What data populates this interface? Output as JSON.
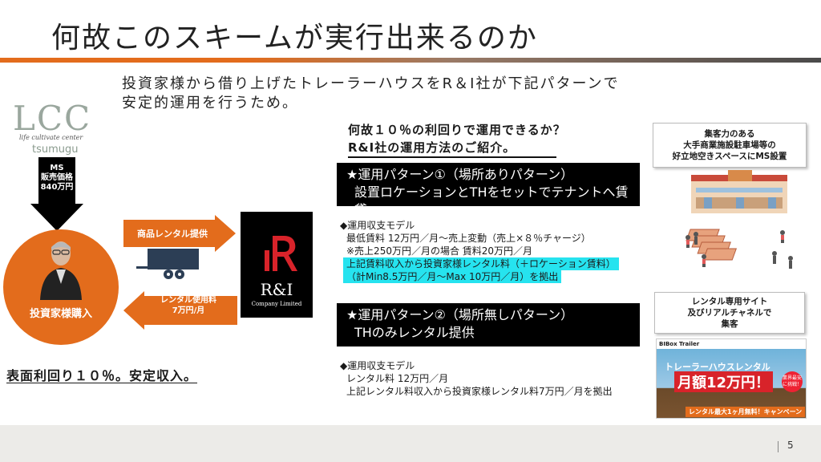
{
  "title": "何故このスキームが実行出来るのか",
  "intro": {
    "line1": "投資家様から借り上げたトレーラーハウスをR＆I社が下記パターンで",
    "line2": "安定的運用を行うため。"
  },
  "lcc_logo": {
    "mark": "LCC",
    "tagline": "life cultivate center",
    "sub": "tsumugu"
  },
  "ms_price": {
    "line1": "MS",
    "line2": "販売価格",
    "line3": "840万円"
  },
  "investor": {
    "label": "投資家様購入"
  },
  "flow": {
    "product_rental": "商品レンタル提供",
    "rental_fee_line1": "レンタル使用料",
    "rental_fee_line2": "7万円/月"
  },
  "ri_logo": {
    "mark": "R&I",
    "company": "Company Limited"
  },
  "summary": "表面利回り１０％。安定収入。",
  "why": {
    "line1": "何故１０％の利回りで運用できるか？",
    "line2": "R&I社の運用方法のご紹介。"
  },
  "pattern1": {
    "title": "★運用パターン①（場所ありパターン）",
    "subtitle": "設置ロケーションとTHをセットでテナントへ賃貸",
    "model_heading": "◆運用収支モデル",
    "line1": "最低賃料 12万円／月～売上変動（売上×８％チャージ）",
    "line2": "※売上250万円／月の場合 賃料20万円／月",
    "line3": "上記賃料収入から投資家様レンタル料（＋ロケーション賃料）",
    "line4": "（計Min8.5万円／月～Max 10万円／月）を拠出"
  },
  "pattern2": {
    "title": "★運用パターン②（場所無しパターン）",
    "subtitle": "THのみレンタル提供",
    "model_heading": "◆運用収支モデル",
    "line1": "レンタル料 12万円／月",
    "line2": "上記レンタル料収入から投資家様レンタル料7万円／月を拠出"
  },
  "info_box1": {
    "line1": "集客力のある",
    "line2": "大手商業施設駐車場等の",
    "line3": "好立地空きスペースにMS設置"
  },
  "info_box2": {
    "line1": "レンタル専用サイト",
    "line2": "及びリアルチャネルで",
    "line3": "集客"
  },
  "ad": {
    "brand": "BIBox Trailer",
    "title": "トレーラーハウスレンタル",
    "price": "月額12万円！",
    "badge": "業界最安に挑戦！",
    "footer": "レンタル最大1ヶ月無料！キャンペーン"
  },
  "page_number": "5",
  "colors": {
    "accent_orange": "#e36c1c",
    "highlight_cyan": "#26e3ef",
    "box_black": "#000000",
    "ri_red": "#d8232a"
  }
}
